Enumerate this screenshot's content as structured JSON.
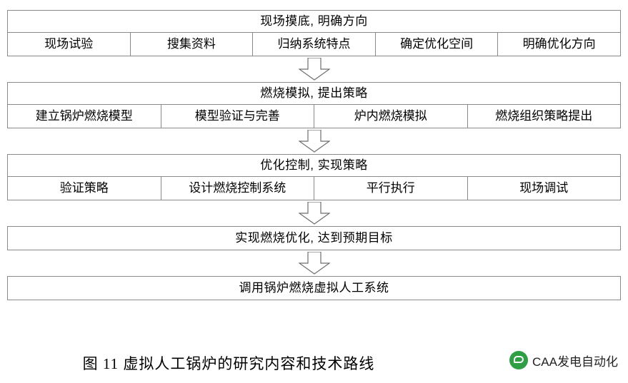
{
  "diagram": {
    "stages": [
      {
        "title": "现场摸底, 明确方向",
        "cells": [
          "现场试验",
          "搜集资料",
          "归纳系统特点",
          "确定优化空间",
          "明确优化方向"
        ]
      },
      {
        "title": "燃烧模拟, 提出策略",
        "cells": [
          "建立锅炉燃烧模型",
          "模型验证与完善",
          "炉内燃烧模拟",
          "燃烧组织策略提出"
        ]
      },
      {
        "title": "优化控制, 实现策略",
        "cells": [
          "验证策略",
          "设计燃烧控制系统",
          "平行执行",
          "现场调试"
        ]
      },
      {
        "title": "实现燃烧优化, 达到预期目标",
        "cells": []
      },
      {
        "title": "调用锅炉燃烧虚拟人工系统",
        "cells": []
      }
    ],
    "arrow_icon": "down-arrow-icon"
  },
  "caption": "图 11   虚拟人工锅炉的研究内容和技术路线",
  "watermark": {
    "icon": "caa-leaf-logo-icon",
    "text": "CAA发电自动化",
    "color": "#2f9e44"
  }
}
